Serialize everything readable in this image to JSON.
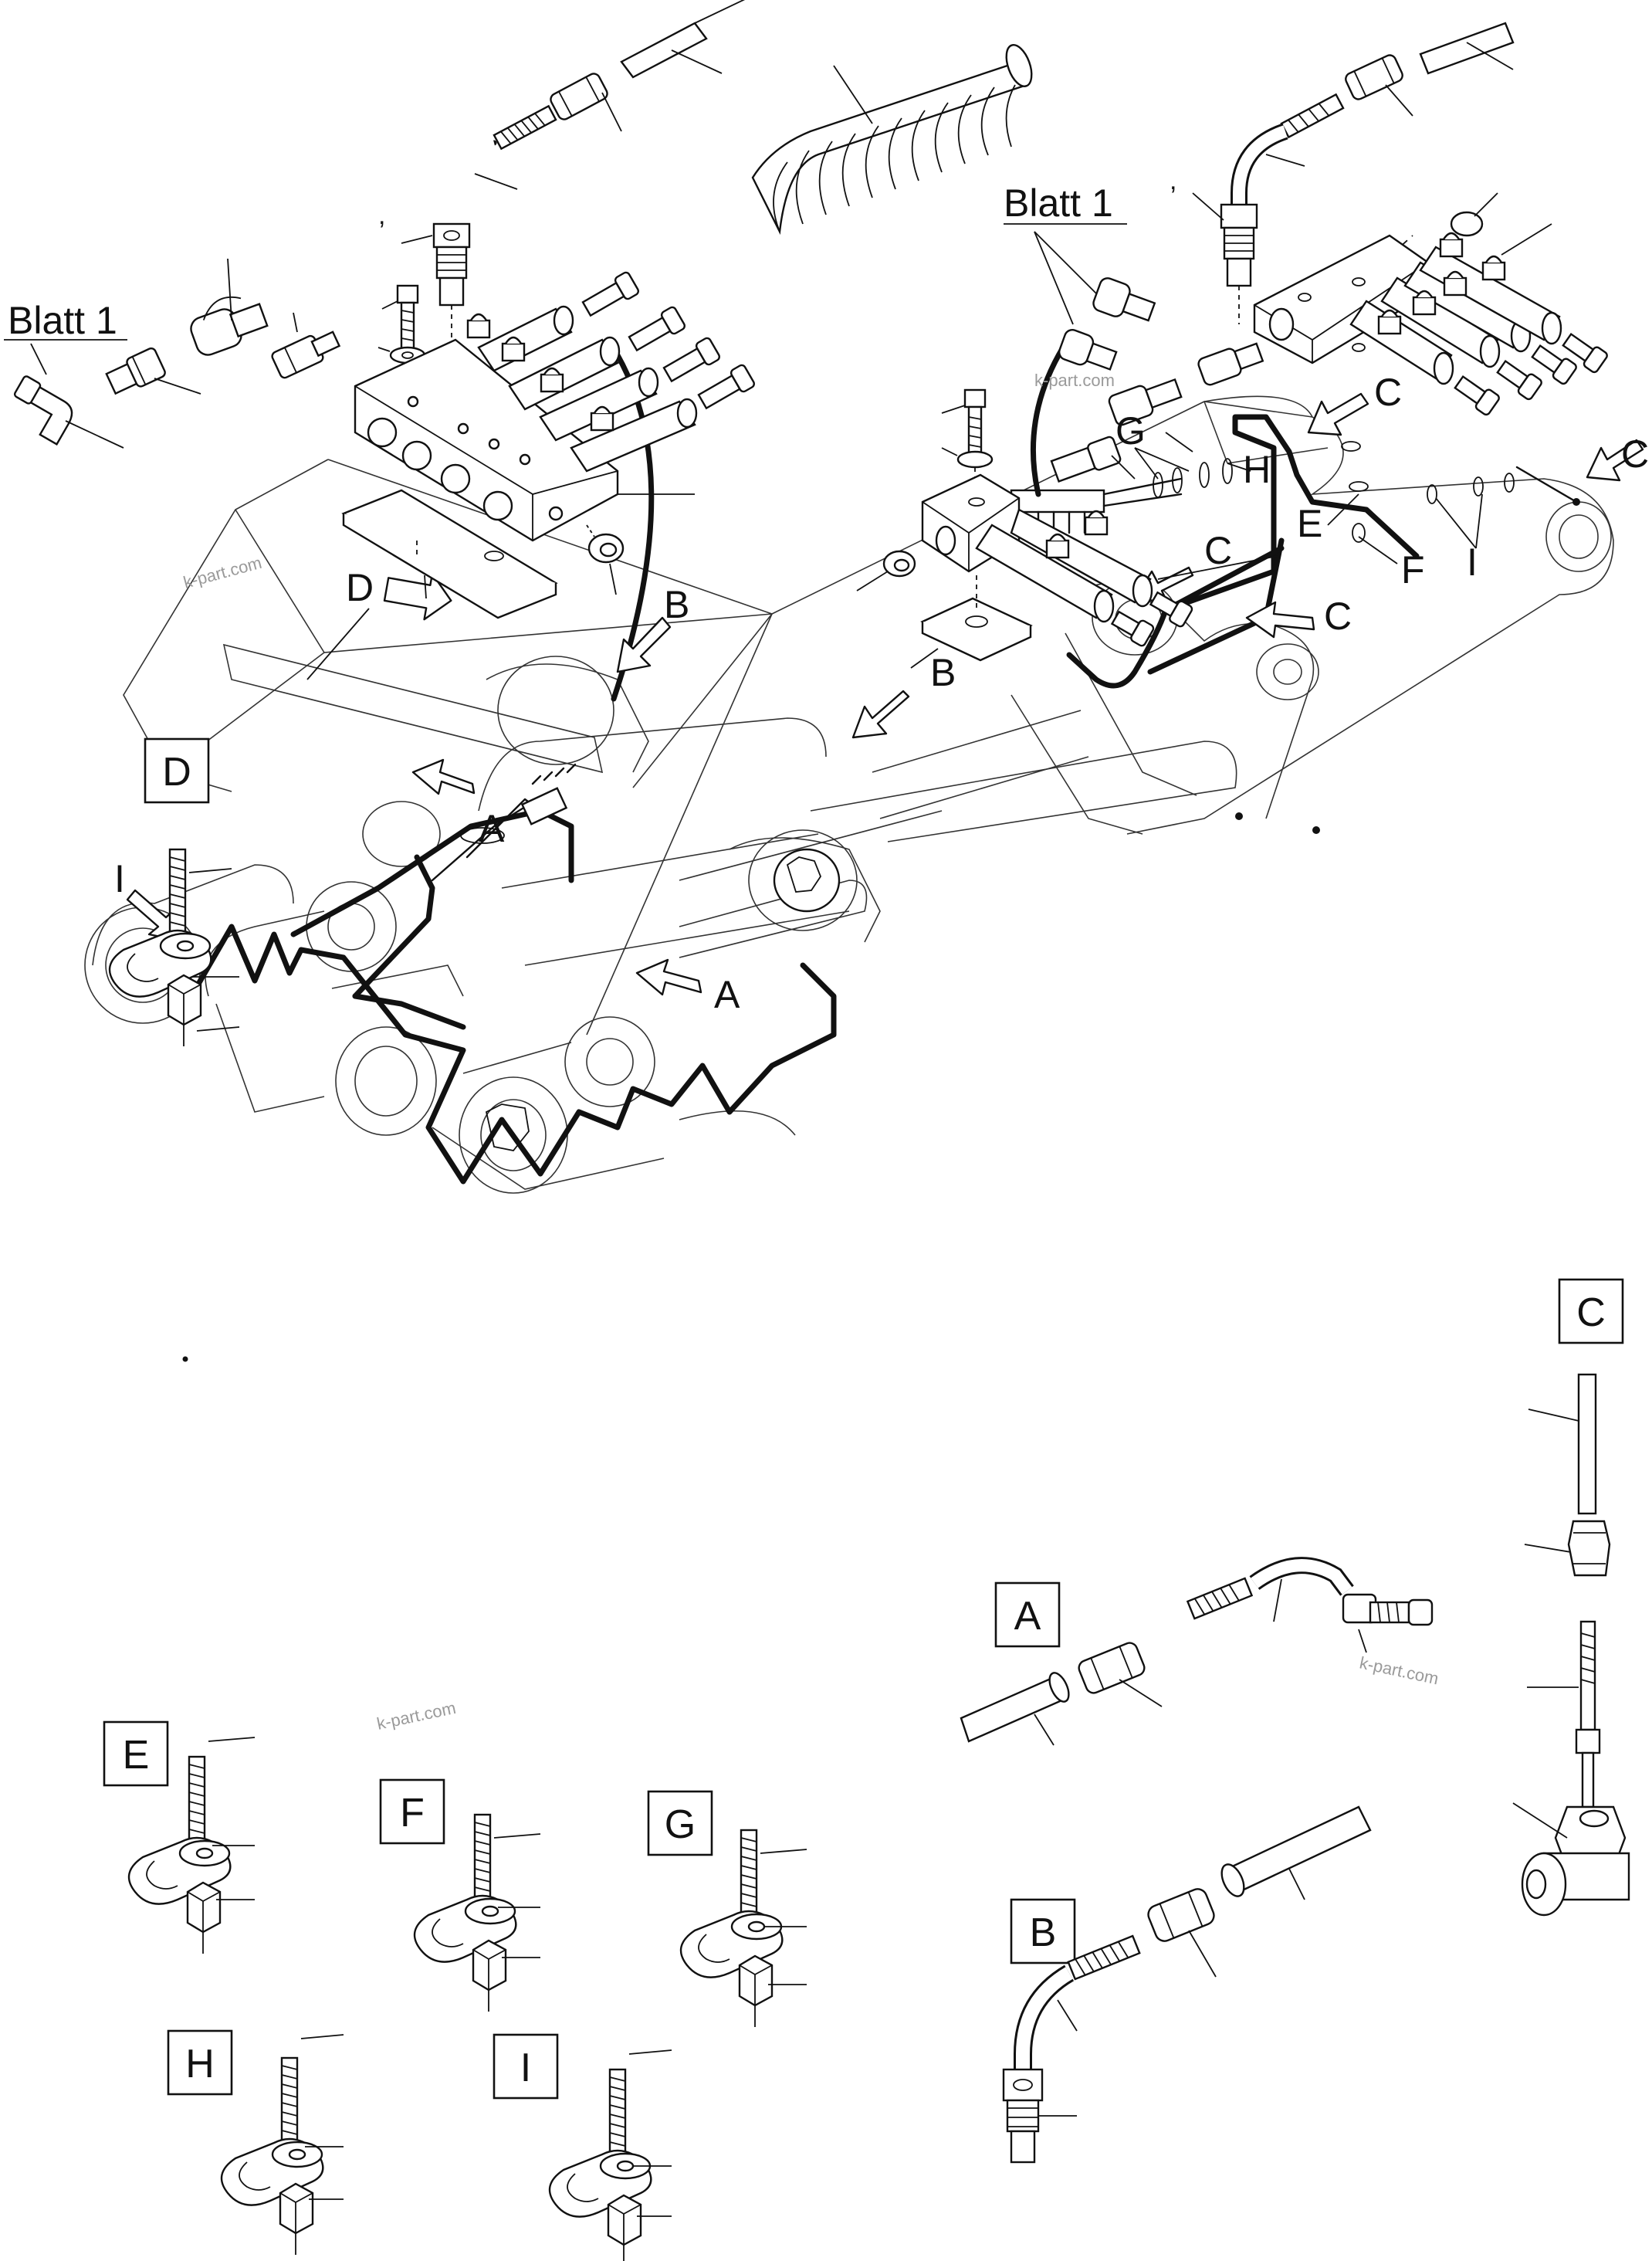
{
  "labels": {
    "blatt_left": "Blatt 1",
    "blatt_right": "Blatt 1",
    "comma_left": ",",
    "comma_right": ",",
    "A": "A",
    "B": "B",
    "C": "C",
    "D": "D",
    "E": "E",
    "F": "F",
    "G": "G",
    "H": "H",
    "I": "I"
  },
  "detail_boxes": {
    "A": "A",
    "B": "B",
    "C": "C",
    "D": "D",
    "E": "E",
    "F": "F",
    "G": "G",
    "H": "H",
    "I": "I"
  },
  "watermark": "k-part.com"
}
